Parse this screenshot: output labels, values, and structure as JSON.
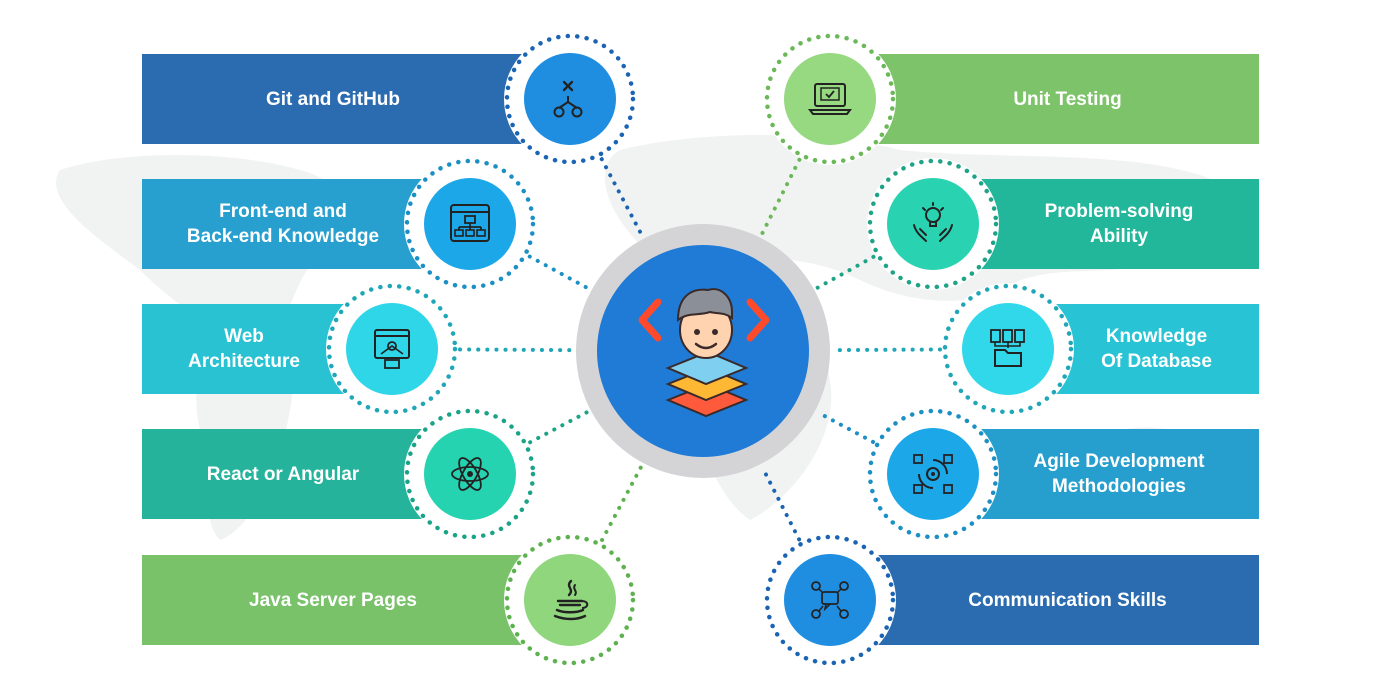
{
  "colors": {
    "background": "#ffffff",
    "center_ring": "#d4d4d6",
    "center_disc": "#1f7bd6",
    "world_map": "#f1f3f2"
  },
  "skills_left": [
    {
      "label": "Git and GitHub",
      "icon": "git-branch-icon",
      "color": "#2b6cb0",
      "icon_bg": "#1f8ee0",
      "dot": "#1a64b3"
    },
    {
      "label": "Front-end and\nBack-end Knowledge",
      "icon": "sitemap-browser-icon",
      "color": "#27a0cf",
      "icon_bg": "#1ba7e8",
      "dot": "#1c8fc4"
    },
    {
      "label": "Web\nArchitecture",
      "icon": "web-architecture-icon",
      "color": "#28c2d3",
      "icon_bg": "#2fd6e8",
      "dot": "#1fa7b8"
    },
    {
      "label": "React or Angular",
      "icon": "atom-icon",
      "color": "#25b49b",
      "icon_bg": "#26d3b1",
      "dot": "#1aa386"
    },
    {
      "label": "Java Server Pages",
      "icon": "java-cup-icon",
      "color": "#79c26a",
      "icon_bg": "#8fd67c",
      "dot": "#5db14e"
    }
  ],
  "skills_right": [
    {
      "label": "Unit Testing",
      "icon": "laptop-test-icon",
      "color": "#7dc36a",
      "icon_bg": "#96d981",
      "dot": "#6ab857"
    },
    {
      "label": "Problem-solving\nAbility",
      "icon": "lightbulb-hands-icon",
      "color": "#22b69a",
      "icon_bg": "#29d3b2",
      "dot": "#1ea386"
    },
    {
      "label": "Knowledge\nOf Database",
      "icon": "database-folder-icon",
      "color": "#28c3d4",
      "icon_bg": "#30d8ea",
      "dot": "#1fa7b8"
    },
    {
      "label": "Agile Development\nMethodologies",
      "icon": "agile-cycle-icon",
      "color": "#269fce",
      "icon_bg": "#1ca8e8",
      "dot": "#1c8fc4"
    },
    {
      "label": "Communication Skills",
      "icon": "communication-network-icon",
      "color": "#2b6cb0",
      "icon_bg": "#1f8ee0",
      "dot": "#1a64b3"
    }
  ],
  "center": {
    "icon": "developer-avatar-icon"
  }
}
